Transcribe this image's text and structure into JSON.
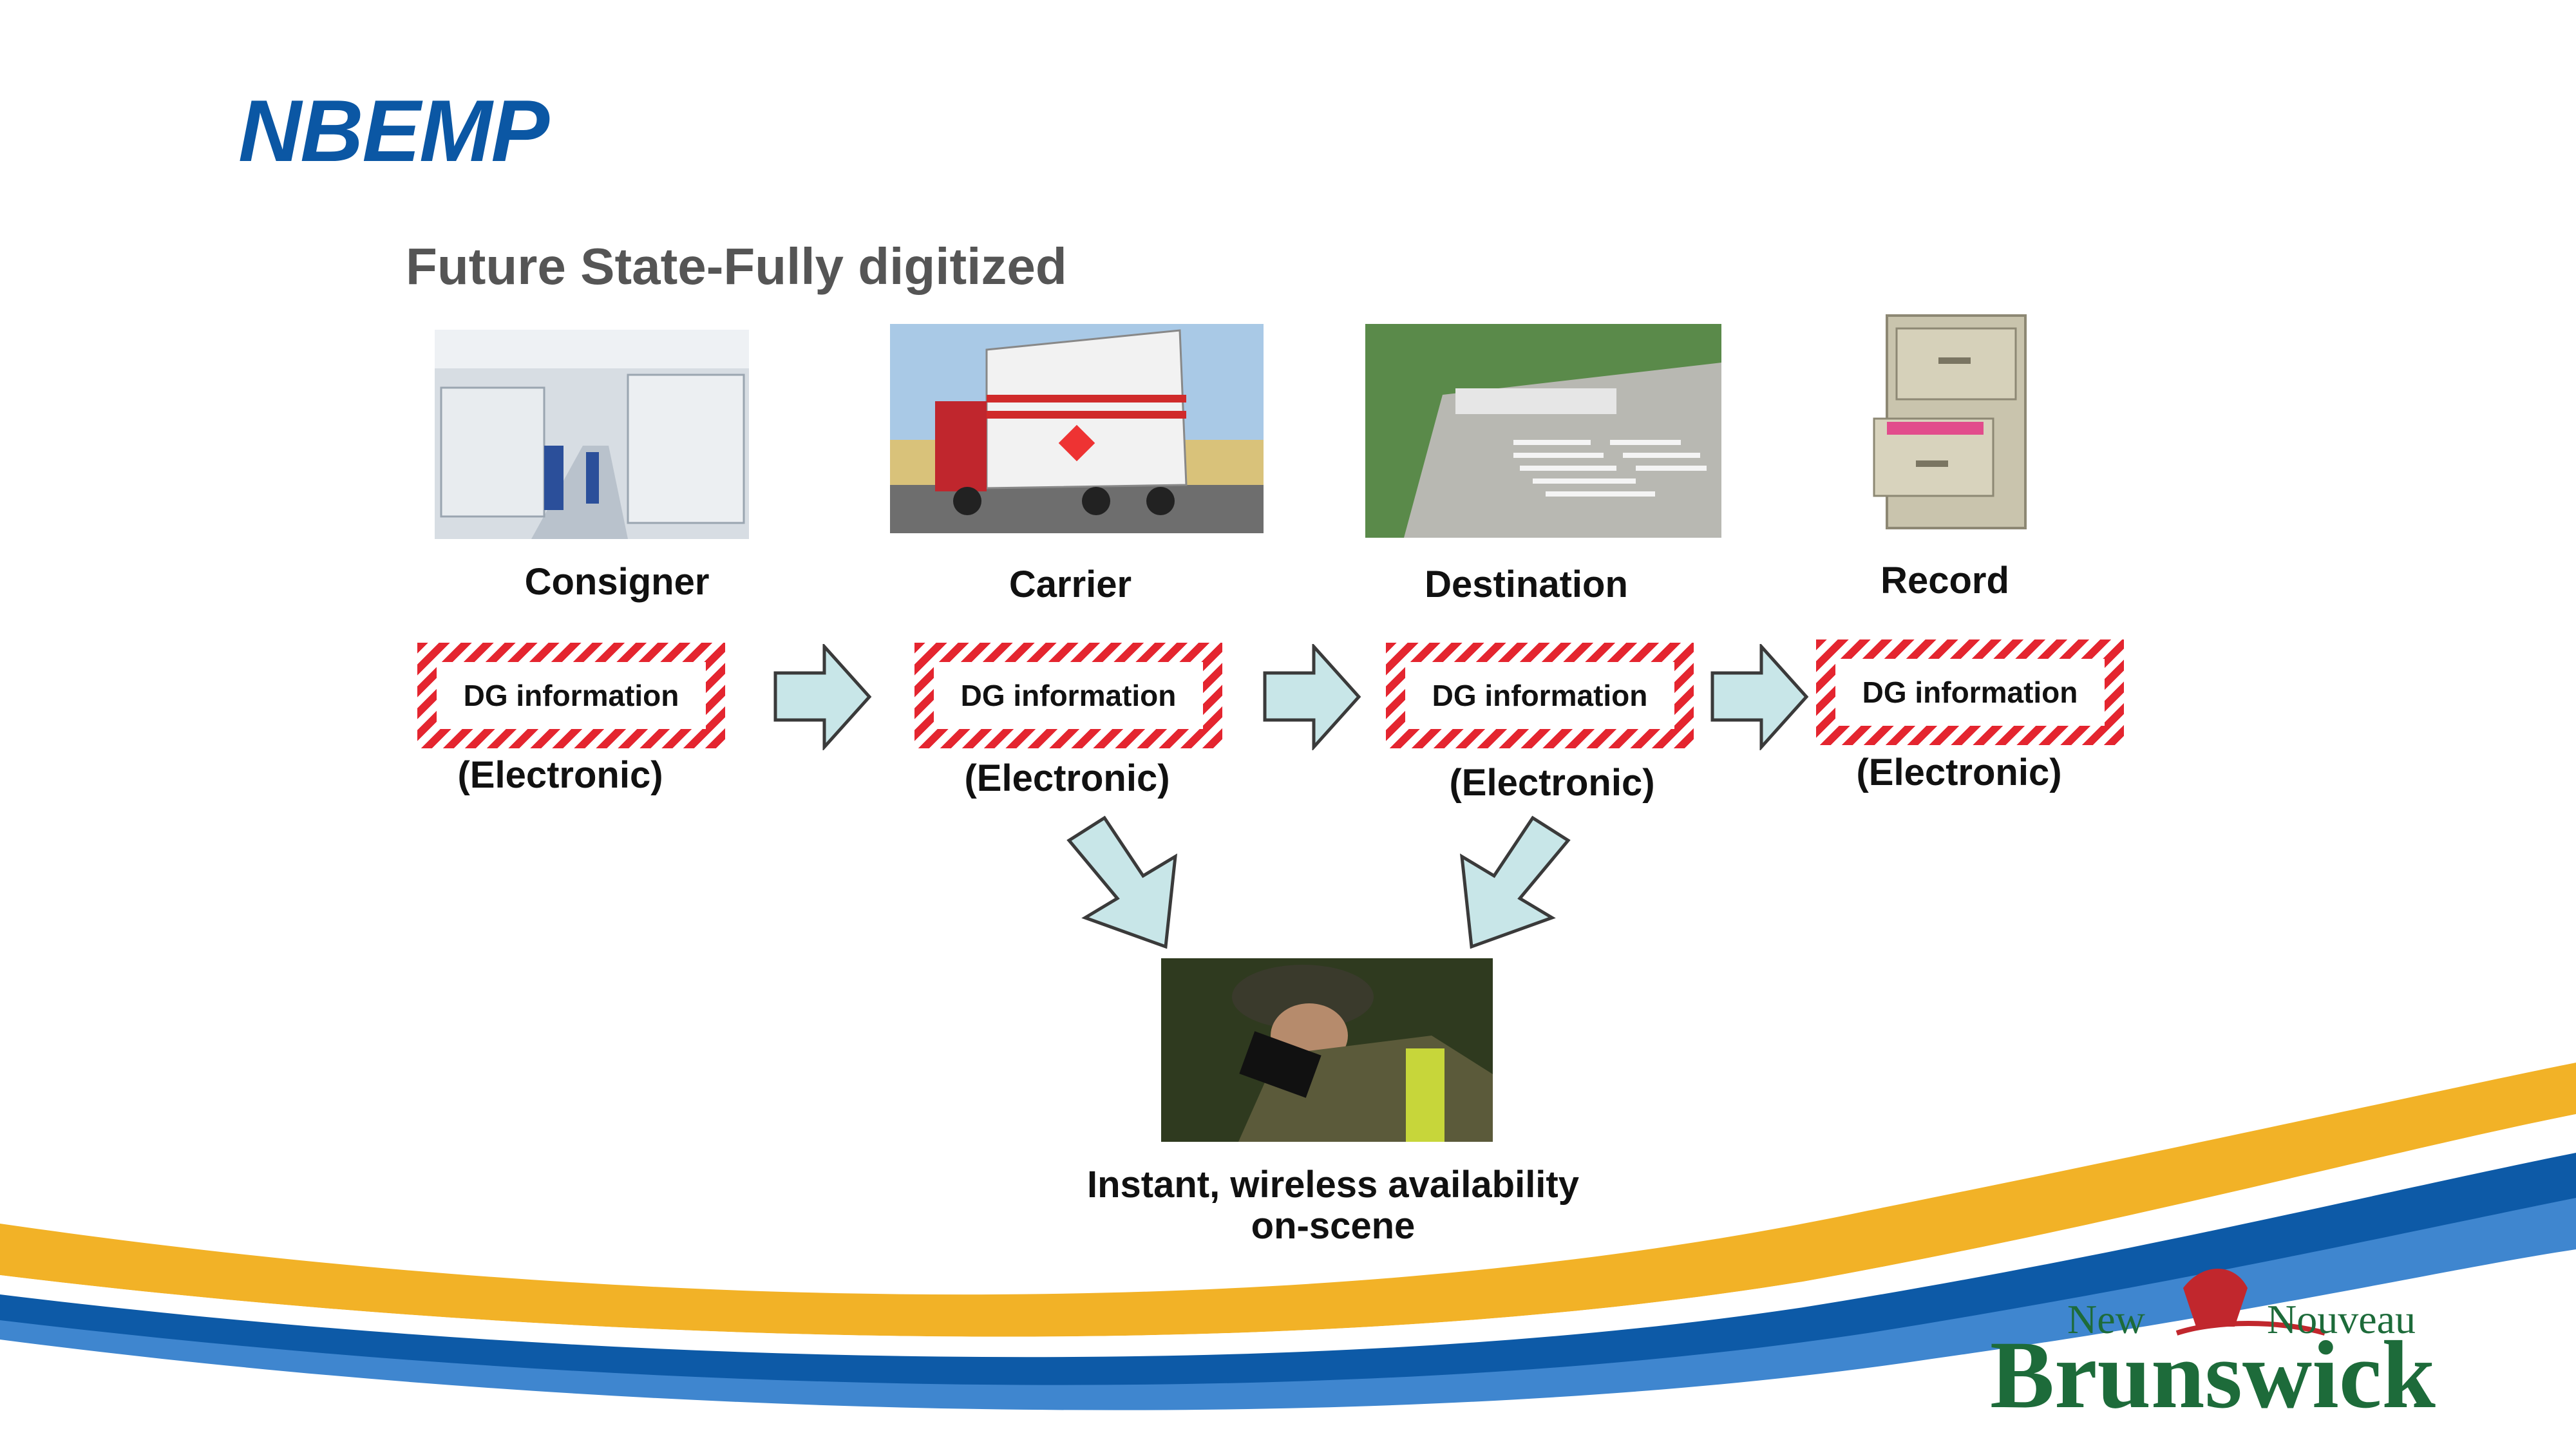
{
  "slide": {
    "title": "NBEMP",
    "subtitle": "Future State-Fully digitized",
    "stages": [
      {
        "label": "Consigner",
        "box": "DG information",
        "format": "(Electronic)"
      },
      {
        "label": "Carrier",
        "box": "DG information",
        "format": "(Electronic)"
      },
      {
        "label": "Destination",
        "box": "DG information",
        "format": "(Electronic)"
      },
      {
        "label": "Record",
        "box": "DG information",
        "format": "(Electronic)"
      }
    ],
    "bottom_caption_line1": "Instant, wireless availability",
    "bottom_caption_line2": "on-scene"
  },
  "logo": {
    "word_left": "New",
    "word_right": "Nouveau",
    "word_main": "Brunswick"
  },
  "colors": {
    "title": "#0b57a4",
    "hazard_stripe": "#e4252f",
    "arrow_fill": "#c8e6e8",
    "wave_blue": "#0d5aa7",
    "wave_gold": "#f2b227",
    "logo_green": "#1d6b3a",
    "logo_red": "#c1272d"
  },
  "icons": [
    "warehouse-photo",
    "truck-photo",
    "terminal-photo",
    "filing-cabinet-photo",
    "firefighter-phone-photo",
    "block-arrow-right",
    "block-arrow-down"
  ]
}
